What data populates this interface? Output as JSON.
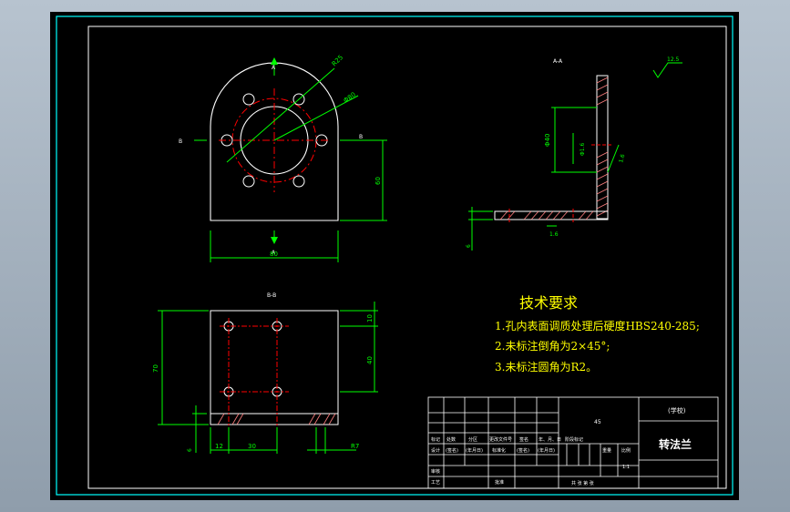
{
  "colors": {
    "background": "#000000",
    "frame": "#00ffff",
    "outline": "#ffffff",
    "dimension": "#00ff00",
    "centerline": "#ff0000",
    "hatch": "#ff8080",
    "notes": "#ffff00"
  },
  "views": {
    "front": {
      "section_mark_top": "A",
      "section_mark_bottom": "A",
      "section_mark_left": "B",
      "section_mark_right": "B",
      "dim_radius": "R25",
      "dim_pcd": "Φ80",
      "dim_height": "60",
      "dim_width": "80"
    },
    "section_a": {
      "label": "A-A",
      "roughness": "12.5",
      "dim_bore": "Φ40",
      "dim_hole": "Φ1.6",
      "dim_thick": "1.6",
      "dim_chamfer": "1.6",
      "dim_bottom": "6"
    },
    "section_b": {
      "label": "B-B",
      "dim_top": "10",
      "dim_right": "40",
      "dim_left": "70",
      "dim_12": "12",
      "dim_30": "30",
      "dim_r7": "R7",
      "dim_bottom": "6"
    }
  },
  "notes": {
    "title": "技术要求",
    "items": [
      "1.孔内表面调质处理后硬度HBS240-285;",
      "2.未标注倒角为2×45°;",
      "3.未标注圆角为R2。"
    ]
  },
  "title_block": {
    "material": "45",
    "school": "(学校)",
    "part_name": "转法兰",
    "row_headers": [
      "标记",
      "处数",
      "分区",
      "更改文件号",
      "签名",
      "年、月、日"
    ],
    "row_design": [
      "设计",
      "(签名)",
      "(年月日)",
      "标准化",
      "(签名)",
      "(年月日)"
    ],
    "stage_mark": "阶段标记",
    "weight": "重量",
    "scale": "比例",
    "scale_value": "1:1",
    "review": "审核",
    "process": "工艺",
    "approve": "批准",
    "sheets": "共 张 第 张"
  }
}
